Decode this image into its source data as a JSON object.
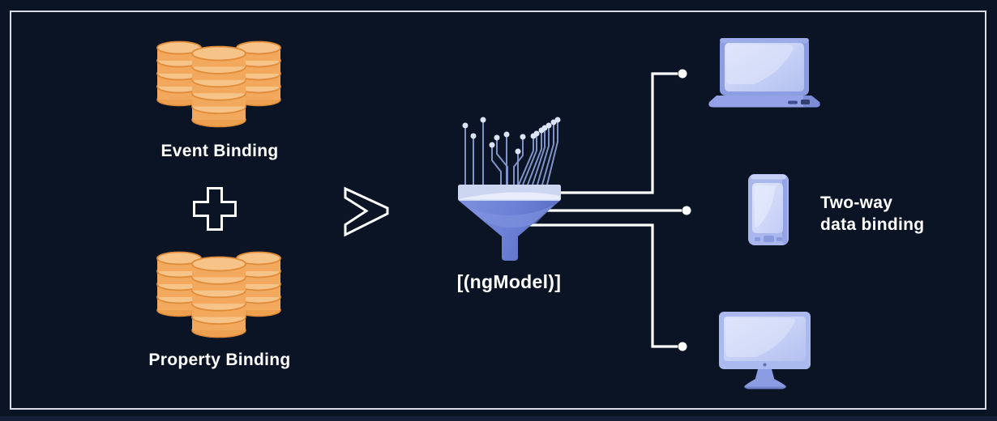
{
  "labels": {
    "event_binding": "Event Binding",
    "property_binding": "Property Binding",
    "ng_model": "[(ngModel)]",
    "two_way_line1": "Two-way",
    "two_way_line2": "data binding"
  },
  "operators": {
    "plus": "+",
    "greater_than": ">"
  },
  "icons": [
    "coin-stack-icon",
    "plus-icon",
    "greater-than-icon",
    "circuit-traces-icon",
    "funnel-icon",
    "laptop-icon",
    "smartphone-icon",
    "monitor-icon",
    "connector-dot"
  ],
  "colors": {
    "background": "#0b1424",
    "frame_border": "#d9dde5",
    "text": "#ffffff",
    "coin_body": "#f2a95d",
    "coin_top": "#f6c489",
    "coin_edge": "#df8b38",
    "funnel_rim": "#cdd6f1",
    "funnel_body": "#6a7fd4",
    "circuit_line": "#7f93c9",
    "circuit_dot": "#dce4fa",
    "connector_line": "#ffffff",
    "device_frame": "#aab9ee",
    "device_screen": "#ccd6f8"
  }
}
